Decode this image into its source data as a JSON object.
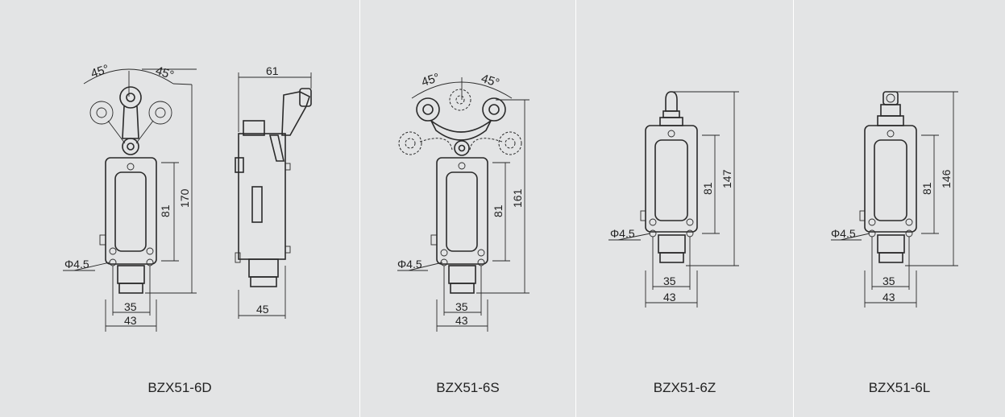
{
  "models": [
    {
      "name": "BZX51-6D",
      "dims": {
        "angle_left": "45°",
        "angle_right": "45°",
        "side_width": "61",
        "height_body": "81",
        "height_total": "170",
        "hole": "Φ4.5",
        "w_inner": "35",
        "w_outer": "43",
        "side_depth": "45"
      }
    },
    {
      "name": "BZX51-6S",
      "dims": {
        "angle_left": "45°",
        "angle_right": "45°",
        "height_body": "81",
        "height_total": "161",
        "hole": "Φ4.5",
        "w_inner": "35",
        "w_outer": "43"
      }
    },
    {
      "name": "BZX51-6Z",
      "dims": {
        "height_body": "81",
        "height_total": "147",
        "hole": "Φ4.5",
        "w_inner": "35",
        "w_outer": "43"
      }
    },
    {
      "name": "BZX51-6L",
      "dims": {
        "height_body": "81",
        "height_total": "146",
        "hole": "Φ4.5",
        "w_inner": "35",
        "w_outer": "43"
      }
    }
  ]
}
